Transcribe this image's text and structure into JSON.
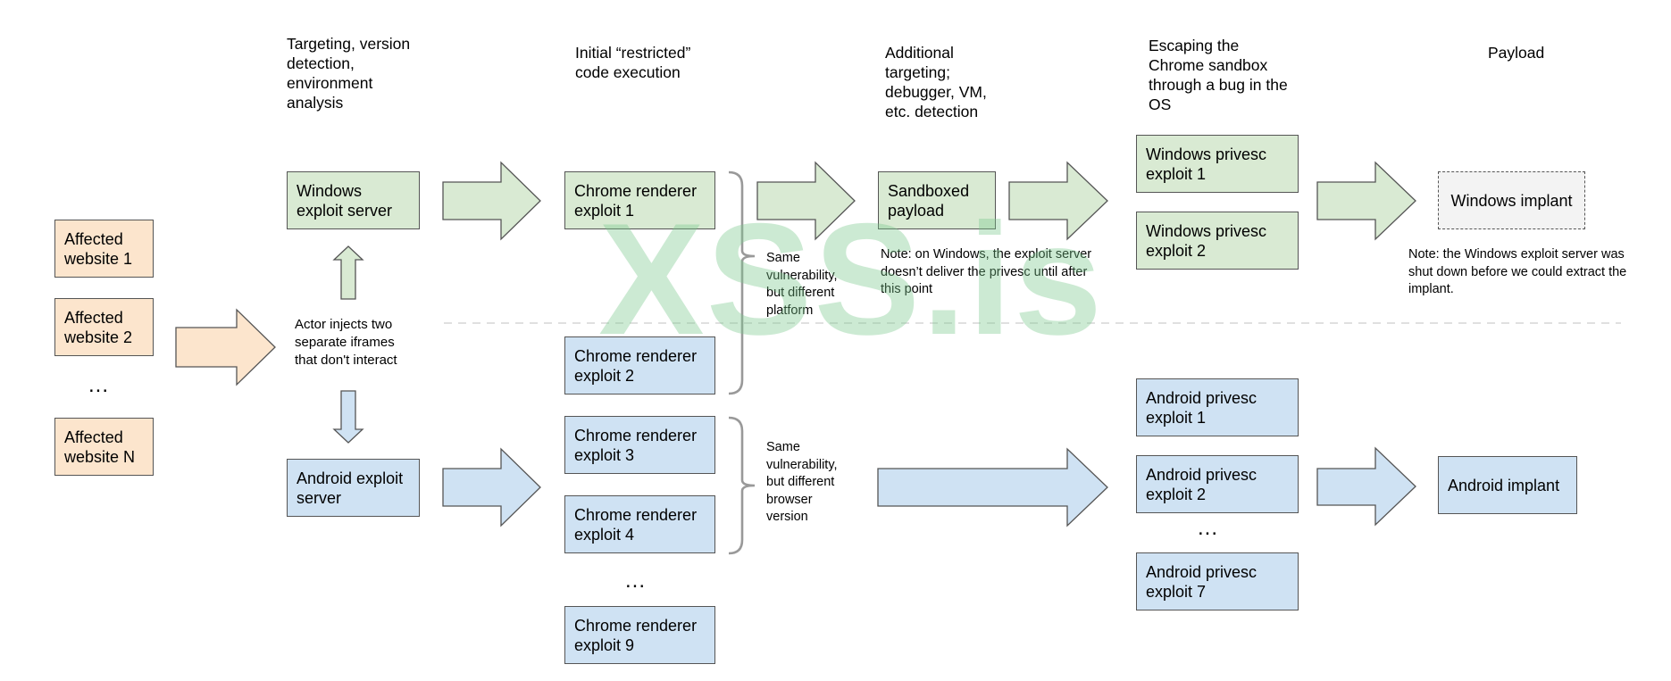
{
  "headers": {
    "col1": "Targeting, version\ndetection,\nenvironment\nanalysis",
    "col2": "Initial “restricted”\ncode execution",
    "col3": "Additional\ntargeting;\ndebugger, VM,\netc. detection",
    "col4": "Escaping the\nChrome sandbox\nthrough a bug in the\nOS",
    "col5": "Payload"
  },
  "websites": {
    "w1": "Affected\nwebsite 1",
    "w2": "Affected\nwebsite 2",
    "ellipsis": "...",
    "wn": "Affected\nwebsite N"
  },
  "servers": {
    "windows": "Windows\nexploit server",
    "android": "Android exploit\nserver",
    "iframes_note": "Actor injects two\nseparate iframes\nthat don't interact"
  },
  "renderers": {
    "r1": "Chrome renderer\nexploit 1",
    "r2": "Chrome renderer\nexploit 2",
    "r3": "Chrome renderer\nexploit 3",
    "r4": "Chrome renderer\nexploit 4",
    "ellipsis": "...",
    "r9": "Chrome renderer\nexploit 9"
  },
  "brace_notes": {
    "top": "Same\nvulnerability,\nbut different\nplatform",
    "bottom": "Same\nvulnerability,\nbut different\nbrowser\nversion"
  },
  "sandboxed": {
    "label": "Sandboxed\npayload",
    "note": "Note: on Windows, the exploit server\ndoesn’t deliver the privesc until after\nthis point"
  },
  "privesc": {
    "win1": "Windows privesc\nexploit 1",
    "win2": "Windows privesc\nexploit 2",
    "and1": "Android privesc\nexploit 1",
    "and2": "Android privesc\nexploit 2",
    "ellipsis": "...",
    "and7": "Android privesc\nexploit 7"
  },
  "implants": {
    "windows": "Windows implant",
    "windows_note": "Note: the Windows exploit server was\nshut down before we could extract the\nimplant.",
    "android": "Android implant"
  },
  "watermark": "XSS.is",
  "colors": {
    "peach": "#fce5cd",
    "green": "#d9ead3",
    "blue": "#cfe2f3",
    "grey": "#f3f3f3",
    "watermark": "#a8d8b0"
  }
}
